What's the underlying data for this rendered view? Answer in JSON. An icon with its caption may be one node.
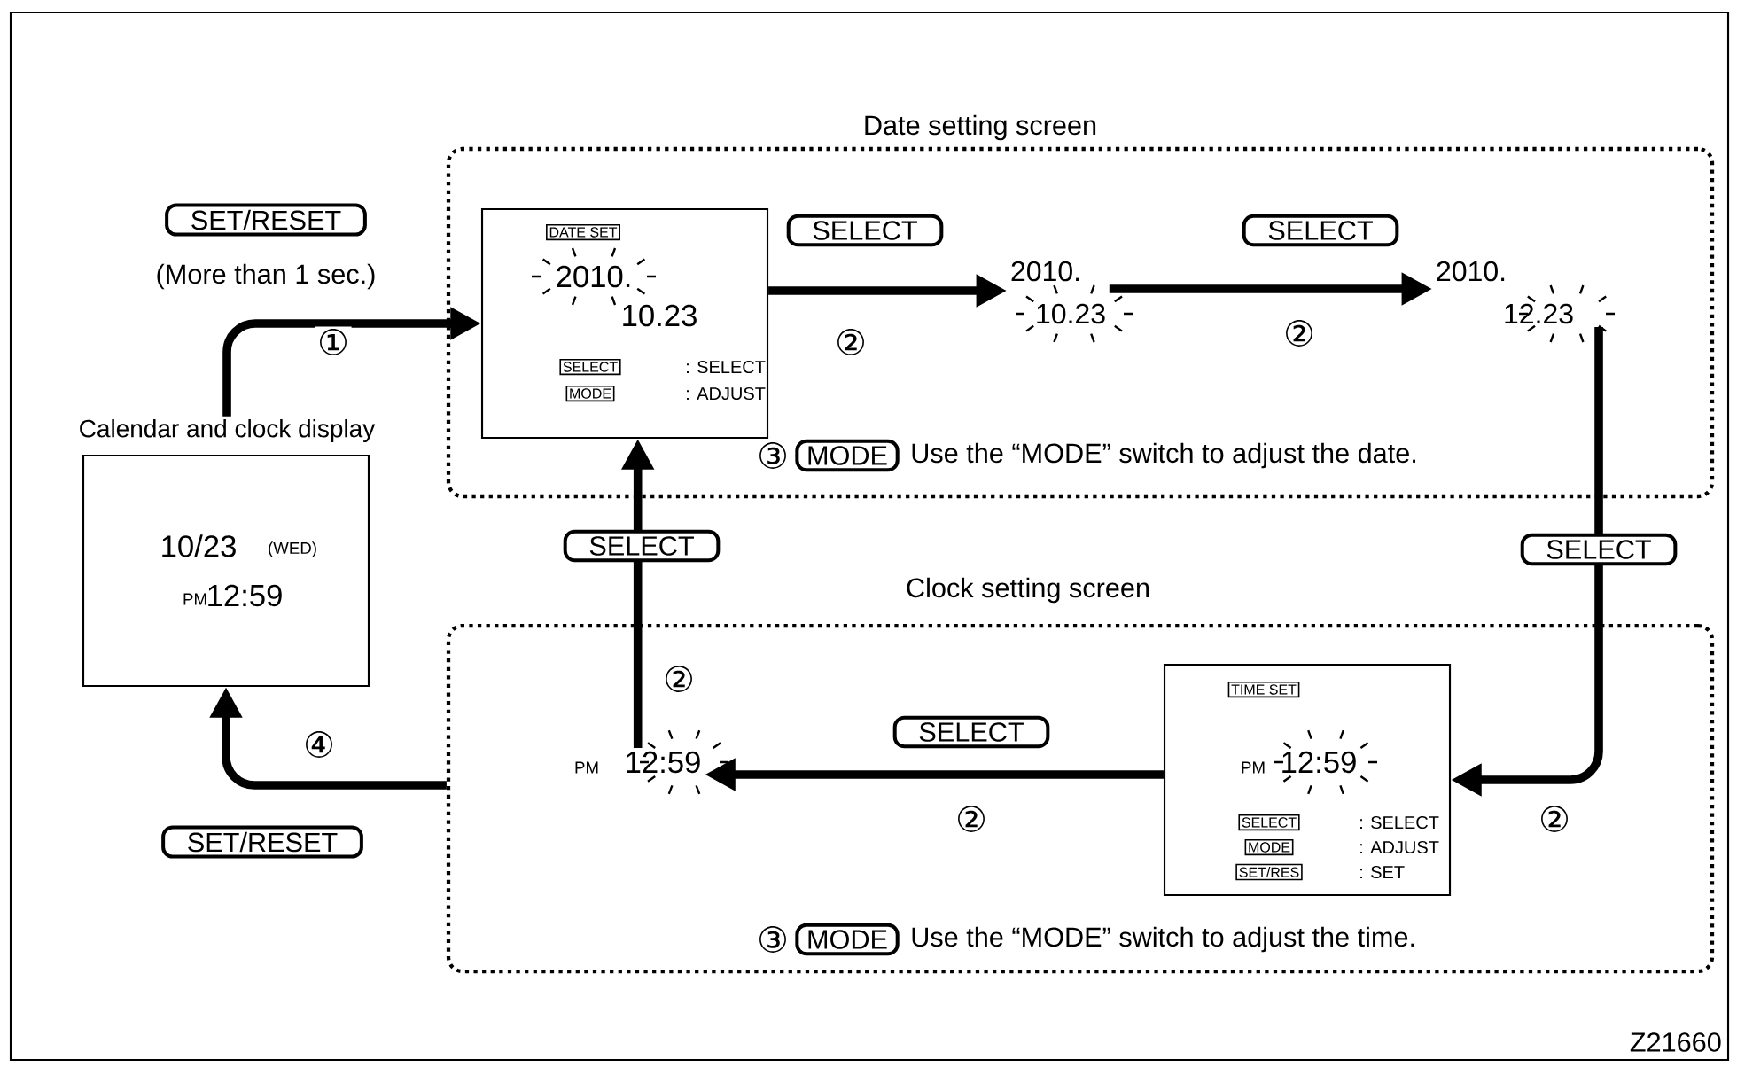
{
  "diagram": {
    "nodes": [
      {
        "text": [
          "Date setting screen"
        ]
      },
      {
        "text": [
          "DATE SET",
          "2010.",
          "10.23",
          "SELECT",
          ": SELECT",
          "MODE",
          ": ADJUST"
        ],
        "in": 0
      },
      {
        "text": [
          "2010.",
          "10.23"
        ],
        "in": 0
      },
      {
        "text": [
          "2010.",
          "12.23"
        ],
        "in": 0
      },
      {
        "text": [
          "Clock setting screen"
        ]
      },
      {
        "text": [
          "TIME SET",
          "PM",
          "12:59",
          "SELECT",
          ": SELECT",
          "MODE",
          ": ADJUST",
          "SET/RES",
          ": SET"
        ],
        "in": 4
      },
      {
        "text": [
          "PM",
          "12:59"
        ],
        "in": 4
      },
      {
        "text": [
          "Calendar and clock display",
          "10/23",
          "(WED)",
          "PM",
          "12:59"
        ]
      }
    ],
    "edges": [
      {
        "from": 7,
        "to": 1,
        "arrow": "to",
        "label": "①"
      },
      {
        "from": 1,
        "to": 2,
        "arrow": "to",
        "label": "②"
      },
      {
        "from": 2,
        "to": 3,
        "arrow": "to",
        "label": "②"
      },
      {
        "from": 3,
        "to": 5,
        "arrow": "to",
        "label": "②"
      },
      {
        "from": 5,
        "to": 6,
        "arrow": "to",
        "label": "②"
      },
      {
        "from": 6,
        "to": 1,
        "arrow": "to",
        "label": "②"
      },
      {
        "from": 4,
        "to": 7,
        "arrow": "to",
        "label": "④"
      }
    ],
    "labels": [
      "SET/RESET",
      "(More than 1 sec.)",
      "SELECT",
      "SELECT",
      "③",
      "MODE",
      "Use the “MODE” switch to adjust the date.",
      "SELECT",
      "SELECT",
      "SELECT",
      "③",
      "MODE",
      "Use the “MODE” switch to adjust the time.",
      "SET/RESET",
      "Z21660"
    ]
  }
}
